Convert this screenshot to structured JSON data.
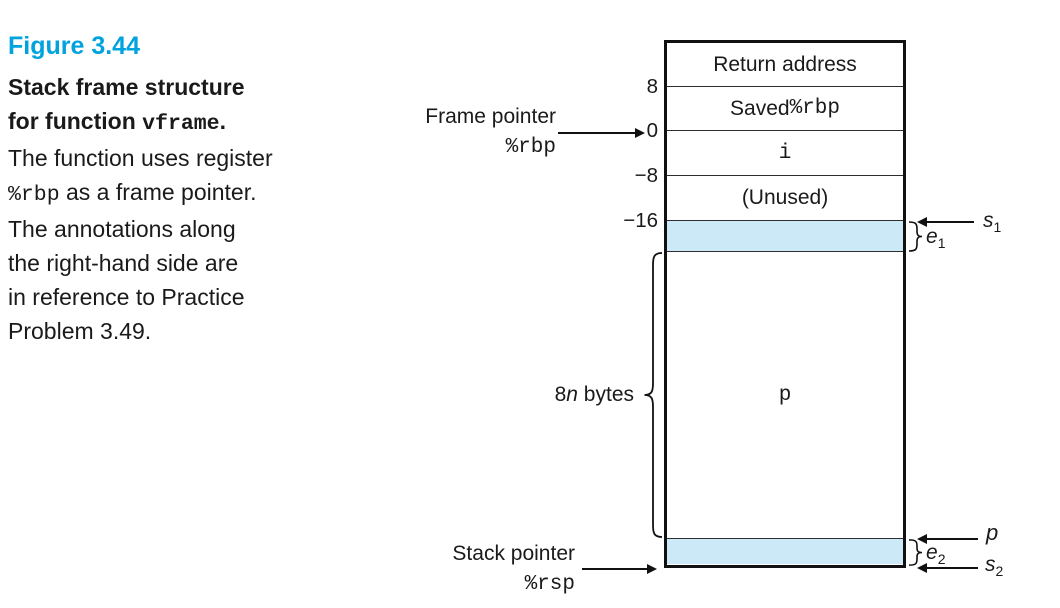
{
  "caption": {
    "figure_label": "Figure 3.44",
    "bold_line1": "Stack frame structure",
    "bold_line2_pre": "for function ",
    "bold_line2_code": "vframe",
    "bold_line2_post": ".",
    "line3": "The function uses register",
    "line4_code": "%rbp",
    "line4_rest": " as a frame pointer.",
    "line5": "The annotations along",
    "line6": "the right-hand side are",
    "line7": "in reference to Practice",
    "line8": "Problem 3.49."
  },
  "stack": {
    "row_return": "Return address",
    "row_saved_pre": "Saved ",
    "row_saved_code": "%rbp",
    "row_i": "i",
    "row_unused": "(Unused)",
    "row_p": "p",
    "offsets": [
      "8",
      "0",
      "−8",
      "−16"
    ]
  },
  "pointers": {
    "frame_pointer_label": "Frame pointer",
    "frame_pointer_reg": "%rbp",
    "stack_pointer_label": "Stack pointer",
    "stack_pointer_reg": "%rsp"
  },
  "size_label": {
    "pre": "8",
    "n": "n",
    "post": " bytes"
  },
  "annotations": {
    "s1_base": "s",
    "s1_sub": "1",
    "e1_base": "e",
    "e1_sub": "1",
    "p": "p",
    "e2_base": "e",
    "e2_sub": "2",
    "s2_base": "s",
    "s2_sub": "2"
  },
  "colors": {
    "figure_label_accent": "#00a3dd",
    "highlight_fill": "#cbe9f6",
    "line_color": "#111111"
  }
}
